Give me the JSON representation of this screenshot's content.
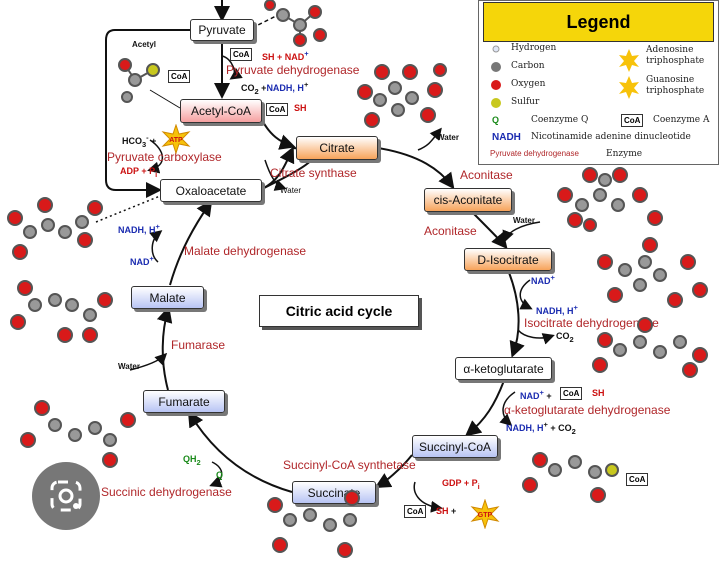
{
  "title": "Citric acid cycle",
  "metabolites": {
    "pyruvate": "Pyruvate",
    "acetyl_coa": "Acetyl-CoA",
    "citrate": "Citrate",
    "cis_aconitate": "cis-Aconitate",
    "isocitrate": "D-Isocitrate",
    "ketoglutarate": "α-ketoglutarate",
    "succinyl_coa": "Succinyl-CoA",
    "succinate": "Succinate",
    "fumarate": "Fumarate",
    "malate": "Malate",
    "oxaloacetate": "Oxaloacetate"
  },
  "enzymes": {
    "pyruvate_dh": "Pyruvate dehydrogenase",
    "pyruvate_carboxylase": "Pyruvate carboxylase",
    "citrate_synthase": "Citrate synthase",
    "aconitase_1": "Aconitase",
    "aconitase_2": "Aconitase",
    "isocitrate_dh": "Isocitrate dehydrogenase",
    "akg_dh": "α-ketoglutarate dehydrogenase",
    "succinyl_coa_synthetase": "Succinyl-CoA synthetase",
    "succinic_dh": "Succinic dehydrogenase",
    "fumarase": "Fumarase",
    "malate_dh": "Malate dehydrogenase"
  },
  "labels": {
    "acetyl": "Acetyl",
    "coa": "CoA",
    "sh_nad": "SH + NAD",
    "plus_sup": "+",
    "co2_nadh": "CO",
    "nadh_h": "NADH, H",
    "sh": "SH",
    "hco3": "HCO",
    "adp_pi": "ADP + P",
    "water": "Water",
    "nad": "NAD",
    "co2": "CO",
    "qh2": "QH",
    "q": "Q",
    "gdp_pi": "GDP + P",
    "atp": "ATP",
    "gtp": "GTP"
  },
  "legend": {
    "title": "Legend",
    "items": [
      {
        "key": "",
        "text": "Hydrogen"
      },
      {
        "key": "C",
        "text": "Carbon"
      },
      {
        "key": "O",
        "text": "Oxygen"
      },
      {
        "key": "S",
        "text": "Sulfur"
      },
      {
        "key": "Q",
        "text": "Coenzyme Q"
      },
      {
        "key": "NADH",
        "text": "Nicotinamide adenine dinucleotide"
      },
      {
        "key": "Pyruvate dehydrogenase",
        "text": "Enzyme"
      },
      {
        "key": "ATP",
        "text": "Adenosine triphosphate"
      },
      {
        "key": "GTP",
        "text": "Guanosine triphosphate"
      },
      {
        "key": "CoA",
        "text": "Coenzyme A"
      }
    ]
  },
  "colors": {
    "oxygen": "#d91a1a",
    "carbon": "#7a7a7a",
    "sulfur": "#c8c81e",
    "enzyme_text": "#b0272a",
    "nad_text": "#1a2bb0",
    "legend_header": "#f5d60a",
    "star": "#f7c20a"
  }
}
